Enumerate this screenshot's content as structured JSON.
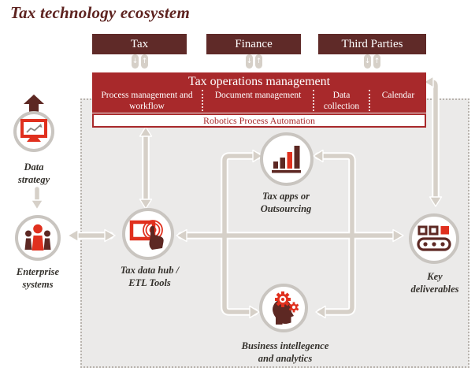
{
  "page": {
    "title": "Tax technology ecosystem"
  },
  "top_boxes": {
    "tax": "Tax",
    "finance": "Finance",
    "third_parties": "Third Parties"
  },
  "updown_icons": {
    "down": "↓",
    "up": "↑"
  },
  "operations_bar": {
    "title": "Tax operations management",
    "items": [
      "Process management and workflow",
      "Document management",
      "Data collection",
      "Calendar"
    ]
  },
  "rpa_bar": {
    "label": "Robotics Process Automation"
  },
  "nodes": [
    {
      "id": "data-strategy",
      "icon": "monitor-chart-icon",
      "line1": "Data",
      "line2": "strategy"
    },
    {
      "id": "enterprise-systems",
      "icon": "people-icon",
      "line1": "Enterprise",
      "line2": "systems"
    },
    {
      "id": "tax-data-hub",
      "icon": "touch-screen-icon",
      "line1": "Tax data hub /",
      "line2": "ETL Tools"
    },
    {
      "id": "tax-apps",
      "icon": "bar-chart-icon",
      "line1": "Tax apps or",
      "line2": "Outsourcing"
    },
    {
      "id": "business-intelligence",
      "icon": "head-gears-icon",
      "line1": "Business intellegence",
      "line2": "and analytics"
    },
    {
      "id": "key-deliverables",
      "icon": "conveyor-belt-icon",
      "line1": "Key",
      "line2": "deliverables"
    }
  ],
  "colors": {
    "bar_red": "#a8292b",
    "box_maroon": "#5f2a28",
    "icon_red": "#e0301e",
    "icon_dark": "#5d2823",
    "arrow_gray": "#d6d0c8",
    "panel_gray": "#ebeae9",
    "title_maroon": "#5e2320"
  }
}
